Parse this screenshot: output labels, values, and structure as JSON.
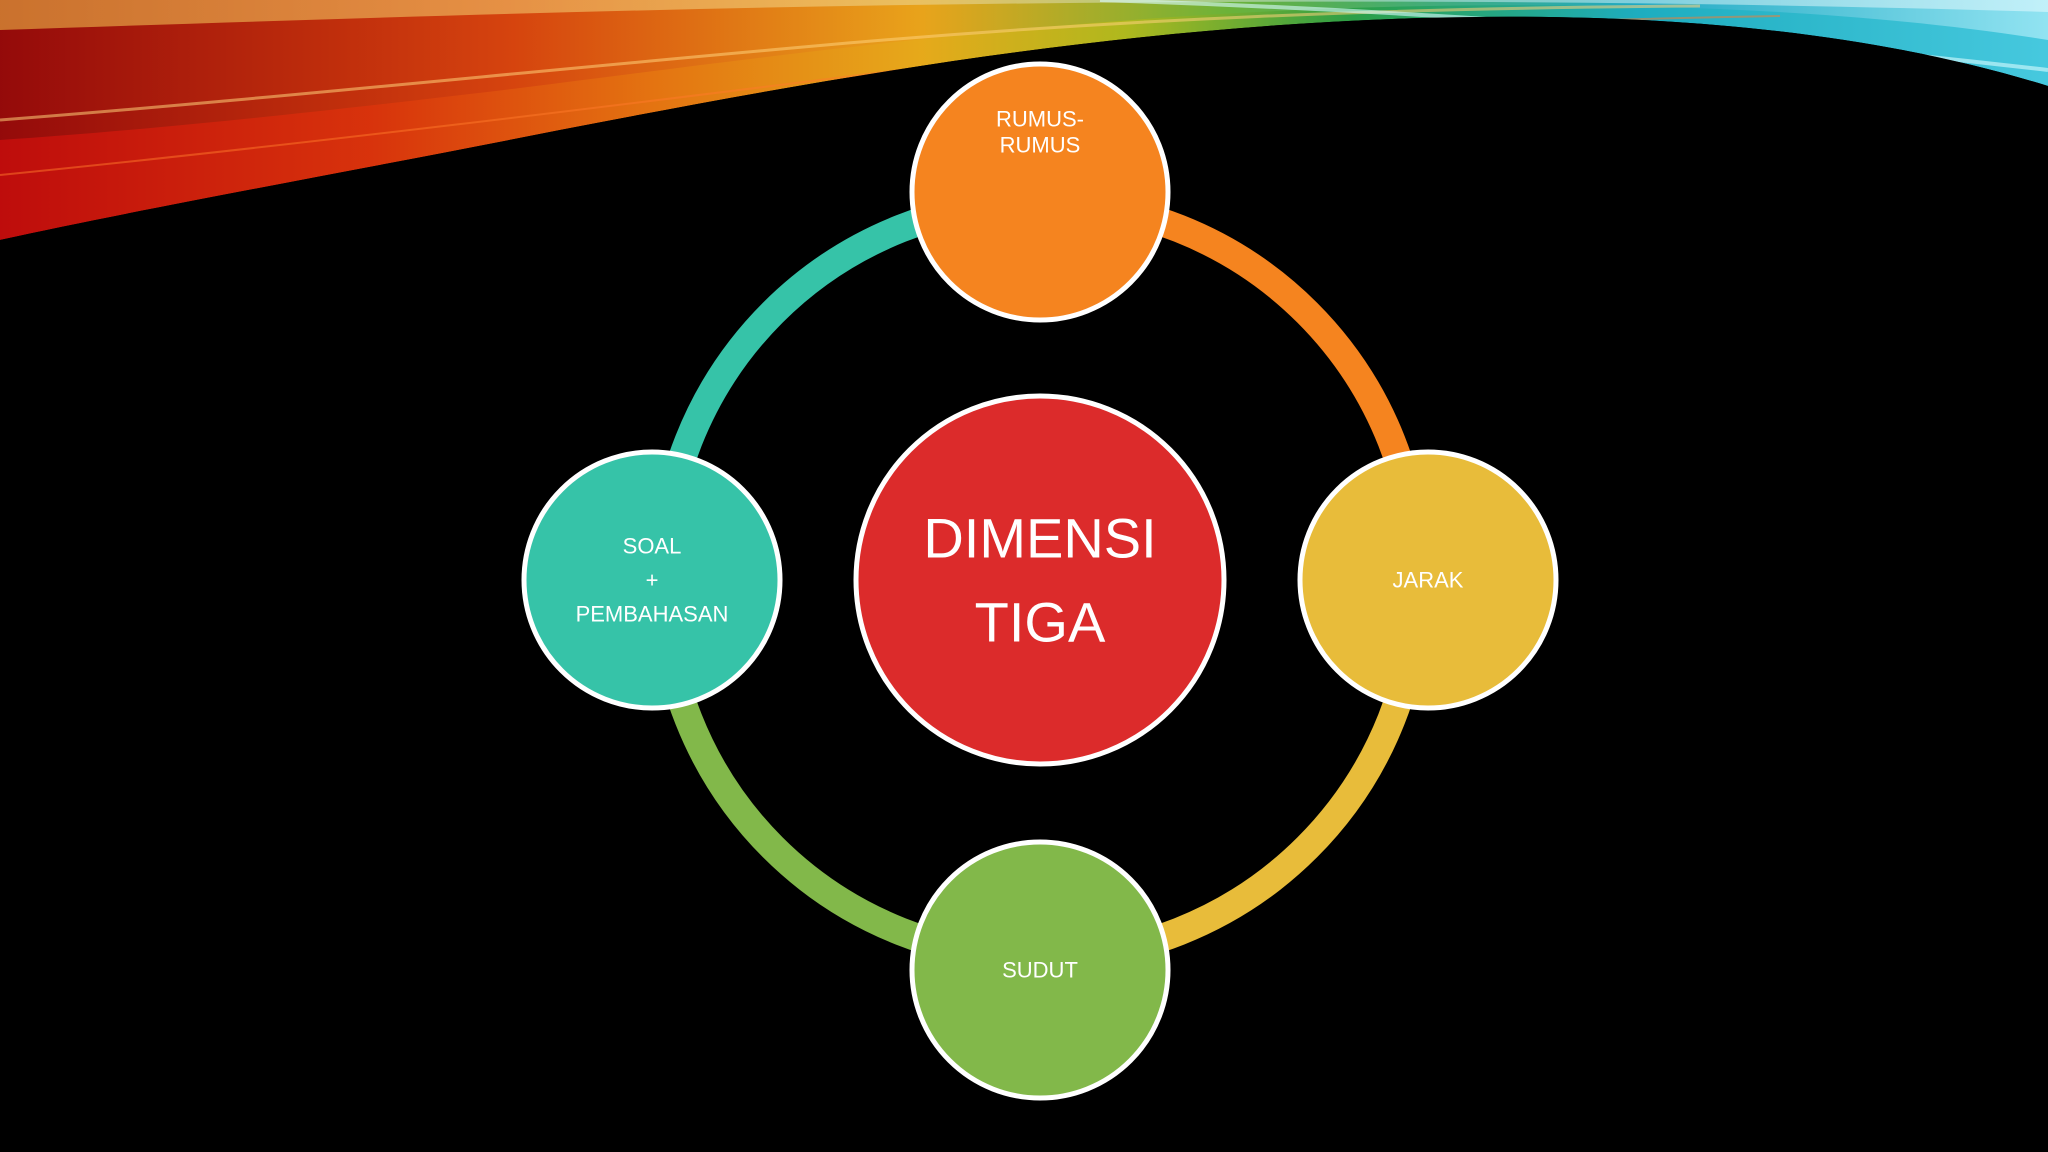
{
  "slide": {
    "background_color": "#000000",
    "ring_segment_colors": {
      "top_right": "#f5841f",
      "bottom_right": "#e8bc3a",
      "bottom_left": "#82b84a",
      "top_left": "#36c3a8"
    },
    "center": {
      "lines": [
        "DIMENSI",
        "TIGA"
      ],
      "color": "#dc2b2b"
    },
    "nodes": {
      "top": {
        "lines": [
          "RUMUS-",
          "RUMUS"
        ],
        "color": "#f5841f"
      },
      "right": {
        "lines": [
          "JARAK"
        ],
        "color": "#e8bc3a"
      },
      "bottom": {
        "lines": [
          "SUDUT"
        ],
        "color": "#82b84a"
      },
      "left": {
        "lines": [
          "SOAL",
          "+",
          "PEMBAHASAN"
        ],
        "color": "#36c3a8"
      }
    }
  }
}
